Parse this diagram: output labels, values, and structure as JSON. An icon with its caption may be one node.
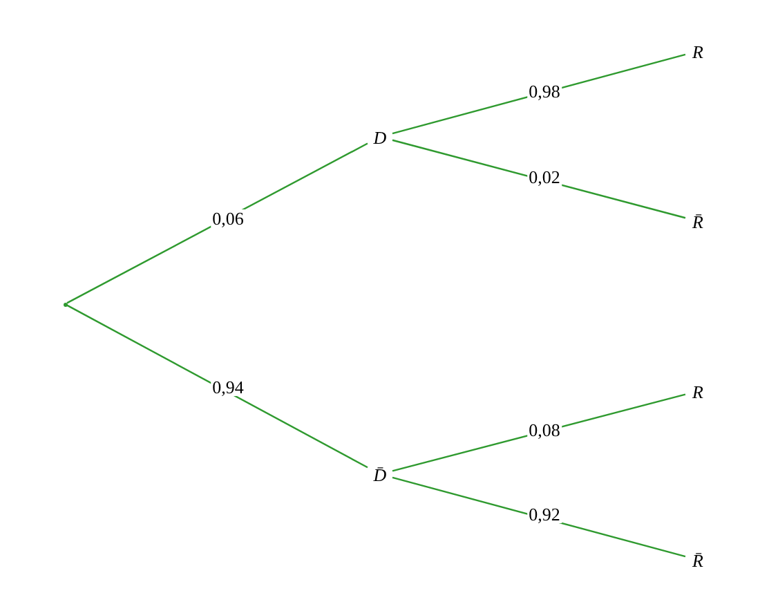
{
  "diagram": {
    "nodes": [
      {
        "text": [],
        "shape": "point"
      },
      {
        "text": [
          "D"
        ]
      },
      {
        "text": [
          "D̄"
        ]
      },
      {
        "text": [
          "R"
        ]
      },
      {
        "text": [
          "R̄"
        ]
      },
      {
        "text": [
          "R"
        ]
      },
      {
        "text": [
          "R̄"
        ]
      }
    ],
    "edges": [
      {
        "from": 0,
        "to": 1,
        "arrow": "none",
        "label": "0,06"
      },
      {
        "from": 0,
        "to": 2,
        "arrow": "none",
        "label": "0,94"
      },
      {
        "from": 1,
        "to": 3,
        "arrow": "none",
        "label": "0,98"
      },
      {
        "from": 1,
        "to": 4,
        "arrow": "none",
        "label": "0,02"
      },
      {
        "from": 2,
        "to": 5,
        "arrow": "none",
        "label": "0,08"
      },
      {
        "from": 2,
        "to": 6,
        "arrow": "none",
        "label": "0,92"
      }
    ]
  }
}
